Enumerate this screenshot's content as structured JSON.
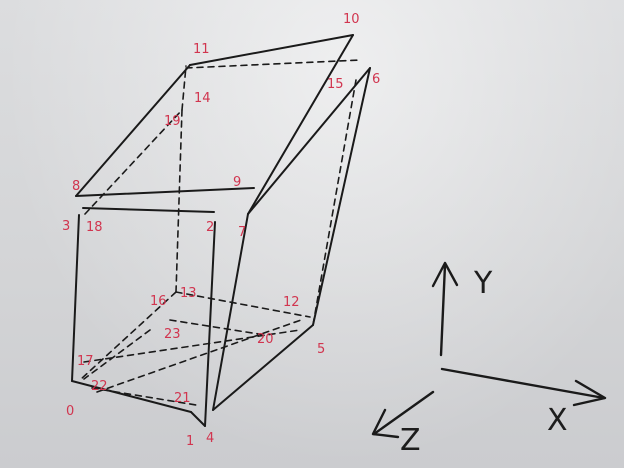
{
  "vertex_labels": [
    "0",
    "1",
    "2",
    "3",
    "4",
    "5",
    "7",
    "8",
    "9",
    "10",
    "11",
    "12",
    "13",
    "14",
    "15",
    "16",
    "17",
    "18",
    "19",
    "20",
    "21",
    "22",
    "23",
    "6"
  ],
  "axes": {
    "x": "X",
    "y": "Y",
    "z": "Z"
  },
  "colors": {
    "ink": "#1a1a1a",
    "label": "#d1354f"
  }
}
